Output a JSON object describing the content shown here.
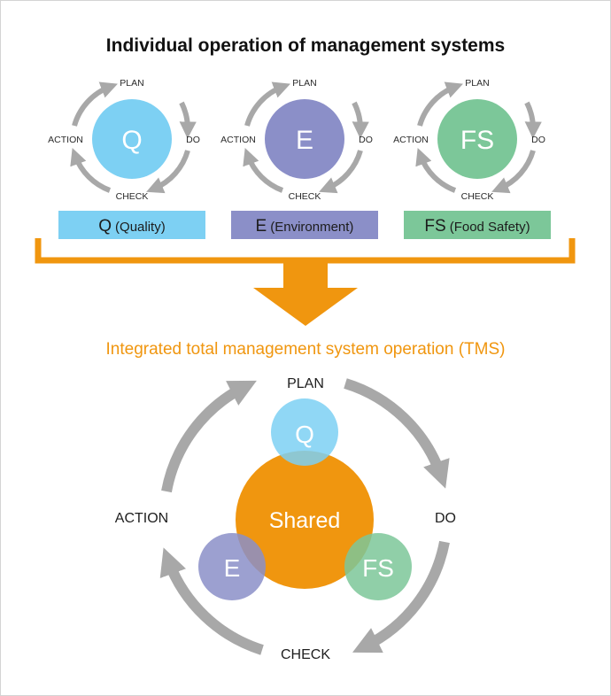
{
  "title": "Individual operation of management systems",
  "cycle_labels": {
    "plan": "PLAN",
    "do": "DO",
    "check": "CHECK",
    "action": "ACTION"
  },
  "systems": [
    {
      "letter": "Q",
      "code": "Q",
      "name": "(Quality)",
      "circle_color": "#7dd0f3",
      "box_color": "#7dd0f3"
    },
    {
      "letter": "E",
      "code": "E",
      "name": "(Environment)",
      "circle_color": "#8b8fc8",
      "box_color": "#8b8fc8"
    },
    {
      "letter": "FS",
      "code": "FS",
      "name": "(Food Safety)",
      "circle_color": "#7cc799",
      "box_color": "#7cc799"
    }
  ],
  "tms": {
    "title": "Integrated total management system operation (TMS)",
    "center_label": "Shared",
    "title_color": "#f0960f",
    "center_color": "#f0960f",
    "circles": {
      "q": "Q",
      "e": "E",
      "fs": "FS"
    }
  },
  "colors": {
    "arrow_gray": "#a8a8a8",
    "bracket_orange": "#f0960f"
  }
}
